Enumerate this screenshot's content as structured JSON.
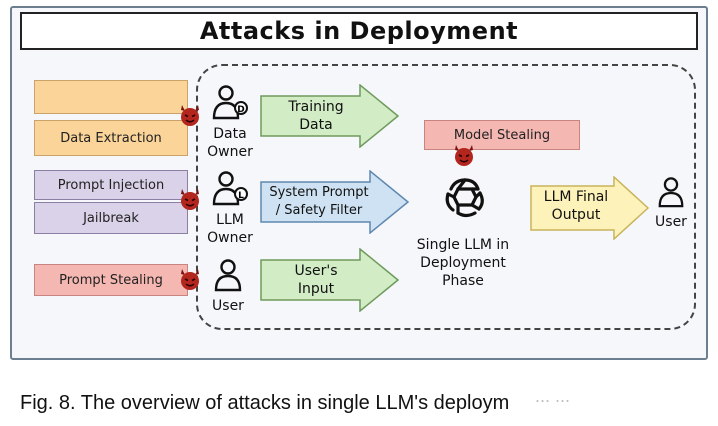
{
  "title": "Attacks in Deployment",
  "attacks": {
    "data_extraction": "Data Extraction",
    "prompt_injection": "Prompt Injection",
    "jailbreak": "Jailbreak",
    "prompt_stealing": "Prompt Stealing",
    "model_stealing": "Model Stealing"
  },
  "actors": {
    "data_owner": [
      "Data",
      "Owner"
    ],
    "llm_owner": [
      "LLM",
      "Owner"
    ],
    "user_input": "User",
    "user_output": "User"
  },
  "arrows": {
    "training_data": [
      "Training",
      "Data"
    ],
    "system_prompt": [
      "System Prompt",
      "/ Safety Filter"
    ],
    "users_input": [
      "User's",
      "Input"
    ],
    "llm_final_output": [
      "LLM Final",
      "Output"
    ]
  },
  "llm": [
    "Single LLM in",
    "Deployment",
    "Phase"
  ],
  "caption": "Fig. 8. The overview of attacks in single LLM's deploym",
  "watermark": "... ...",
  "colors": {
    "attack_orange": "#fbd49a",
    "attack_purple": "#d9d2e9",
    "attack_pink": "#f5b7b1",
    "arrow_green": "#d2ecc6",
    "arrow_blue": "#cfe2f3",
    "arrow_yellow": "#fdf2b9"
  },
  "icons": [
    "devil-icon",
    "data-owner-icon",
    "llm-owner-icon",
    "user-icon",
    "openai-logo-icon"
  ]
}
